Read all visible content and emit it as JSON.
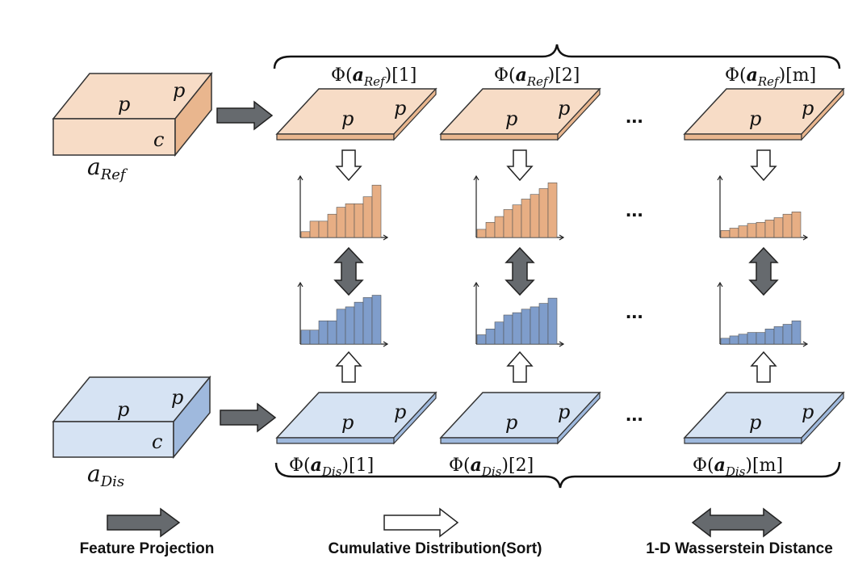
{
  "colors": {
    "ref_fill": "#f7dcc6",
    "ref_side": "#e9b68e",
    "ref_bar": "#e7ae84",
    "dis_fill": "#d6e3f3",
    "dis_side": "#9fb9dd",
    "dis_bar": "#7f9dcb",
    "gray_arrow": "#666a6e"
  },
  "ref_tensor": {
    "label_p_top": "p",
    "label_p_side": "p",
    "label_c": "c",
    "name_base": "a",
    "name_sub": "Ref"
  },
  "dis_tensor": {
    "label_p_top": "p",
    "label_p_side": "p",
    "label_c": "c",
    "name_base": "a",
    "name_sub": "Dis"
  },
  "columns": [
    {
      "ref_label": {
        "prefix": "Φ(",
        "base": "a",
        "sub": "Ref",
        "suffix": ")[1]"
      },
      "dis_label": {
        "prefix": "Φ(",
        "base": "a",
        "sub": "Dis",
        "suffix": ")[1]"
      },
      "ref_hist": [
        0.1,
        0.28,
        0.28,
        0.4,
        0.52,
        0.58,
        0.58,
        0.7,
        0.9
      ],
      "dis_hist": [
        0.24,
        0.24,
        0.4,
        0.4,
        0.6,
        0.64,
        0.72,
        0.8,
        0.84
      ]
    },
    {
      "ref_label": {
        "prefix": "Φ(",
        "base": "a",
        "sub": "Ref",
        "suffix": ")[2]"
      },
      "dis_label": {
        "prefix": "Φ(",
        "base": "a",
        "sub": "Dis",
        "suffix": ")[2]"
      },
      "ref_hist": [
        0.14,
        0.26,
        0.36,
        0.48,
        0.56,
        0.66,
        0.74,
        0.84,
        0.94
      ],
      "dis_hist": [
        0.16,
        0.26,
        0.38,
        0.5,
        0.54,
        0.6,
        0.64,
        0.7,
        0.79
      ]
    },
    {
      "ref_label": {
        "prefix": "Φ(",
        "base": "a",
        "sub": "Ref",
        "suffix": ")[m]"
      },
      "dis_label": {
        "prefix": "Φ(",
        "base": "a",
        "sub": "Dis",
        "suffix": ")[m]"
      },
      "ref_hist": [
        0.12,
        0.16,
        0.2,
        0.24,
        0.26,
        0.3,
        0.34,
        0.4,
        0.44
      ],
      "dis_hist": [
        0.1,
        0.14,
        0.17,
        0.2,
        0.2,
        0.26,
        0.3,
        0.34,
        0.4
      ]
    }
  ],
  "ellipsis": "...",
  "plane_labels": {
    "p_front": "p",
    "p_back": "p"
  },
  "legend": {
    "feature_projection": "Feature Projection",
    "cumulative_distribution": "Cumulative Distribution(Sort)",
    "wasserstein": "1-D Wasserstein Distance"
  }
}
